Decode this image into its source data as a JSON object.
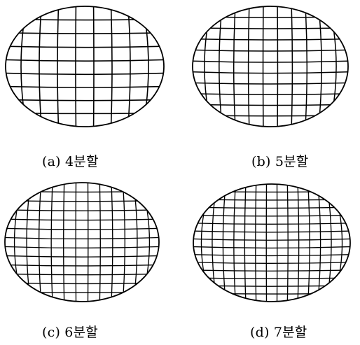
{
  "figure": {
    "line_color": "#000000",
    "background": "#ffffff",
    "panels": [
      {
        "id": "a",
        "caption": "(a)  4분할",
        "subdivision": 4
      },
      {
        "id": "b",
        "caption": "(b)  5분할",
        "subdivision": 5
      },
      {
        "id": "c",
        "caption": "(c)  6분할",
        "subdivision": 6
      },
      {
        "id": "d",
        "caption": "(d)  7분할",
        "subdivision": 7
      }
    ]
  }
}
